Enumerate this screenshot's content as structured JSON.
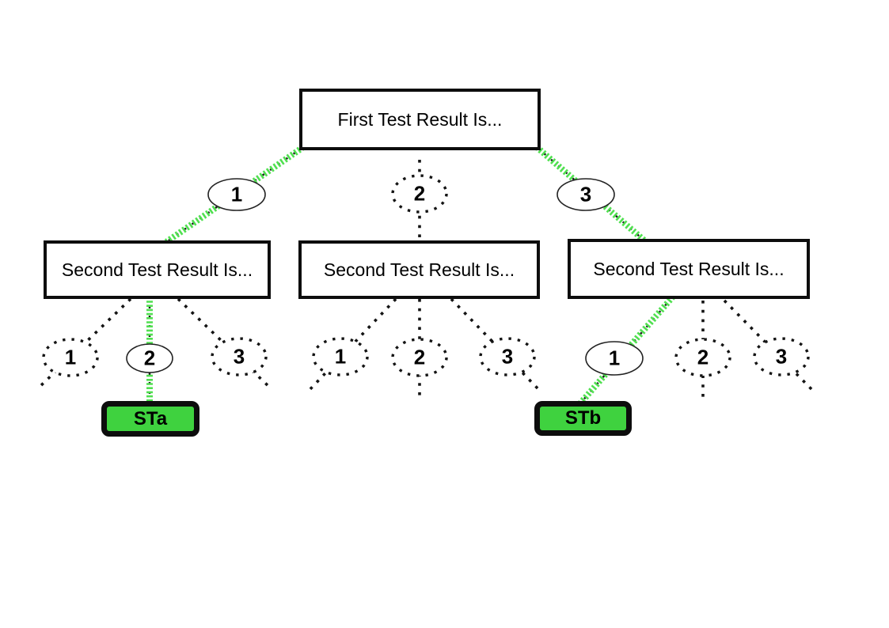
{
  "diagram": {
    "nodes": {
      "root": {
        "label": "First Test Result Is..."
      },
      "second_left": {
        "label": "Second Test Result Is..."
      },
      "second_mid": {
        "label": "Second Test Result Is..."
      },
      "second_right": {
        "label": "Second Test Result Is..."
      },
      "terminal_a": {
        "label": "STa"
      },
      "terminal_b": {
        "label": "STb"
      }
    },
    "branches": {
      "level1": [
        {
          "label": "1",
          "style": "selected-highlighted"
        },
        {
          "label": "2",
          "style": "unselected-dotted"
        },
        {
          "label": "3",
          "style": "selected-highlighted"
        }
      ],
      "left": [
        {
          "label": "1",
          "style": "unselected-dotted"
        },
        {
          "label": "2",
          "style": "selected-highlighted"
        },
        {
          "label": "3",
          "style": "unselected-dotted"
        }
      ],
      "mid": [
        {
          "label": "1",
          "style": "unselected-dotted"
        },
        {
          "label": "2",
          "style": "unselected-dotted"
        },
        {
          "label": "3",
          "style": "unselected-dotted"
        }
      ],
      "right": [
        {
          "label": "1",
          "style": "selected-highlighted"
        },
        {
          "label": "2",
          "style": "unselected-dotted"
        },
        {
          "label": "3",
          "style": "unselected-dotted"
        }
      ]
    },
    "colors": {
      "highlight_green": "#50e050",
      "terminal_fill_green": "#3fd23f",
      "line_black": "#141414",
      "node_border_black": "#0d0d0d",
      "background": "#ffffff"
    }
  }
}
